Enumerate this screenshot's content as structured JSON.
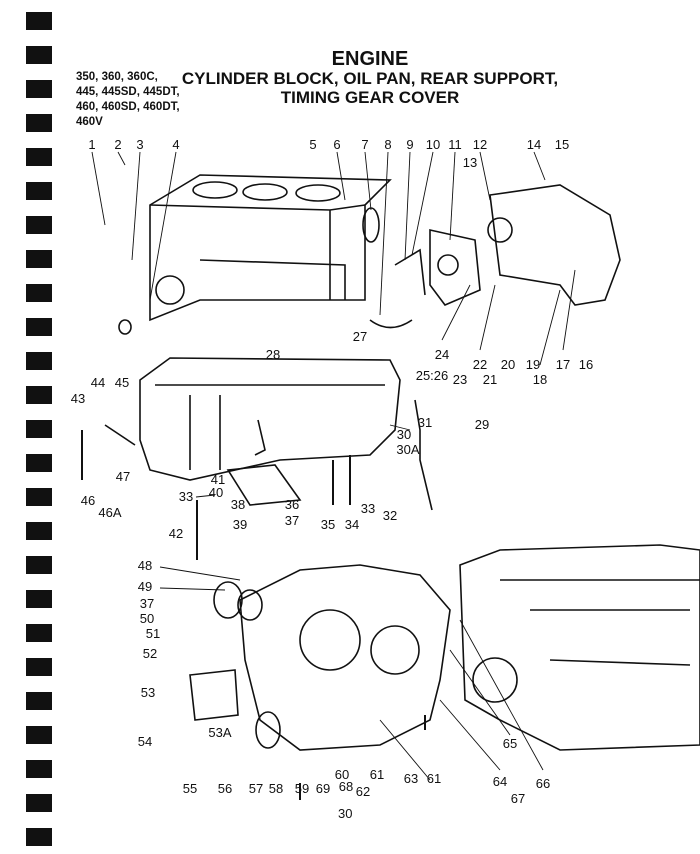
{
  "heading": {
    "title": "ENGINE",
    "subtitle_line1": "CYLINDER BLOCK, OIL PAN, REAR SUPPORT,",
    "subtitle_line2": "TIMING GEAR COVER"
  },
  "models": [
    "350, 360, 360C,",
    "445, 445SD, 445DT,",
    "460, 460SD, 460DT,",
    "460V"
  ],
  "callouts": [
    "1",
    "2",
    "3",
    "4",
    "5",
    "6",
    "7",
    "8",
    "9",
    "10",
    "11",
    "12",
    "13",
    "14",
    "15",
    "28",
    "27",
    "24",
    "22",
    "20",
    "19",
    "17",
    "16",
    "23",
    "21",
    "18",
    "25:26",
    "43",
    "44",
    "45",
    "31",
    "29",
    "30",
    "30A",
    "47",
    "46",
    "46A",
    "41",
    "40",
    "33",
    "33",
    "32",
    "35",
    "34",
    "38",
    "36",
    "37",
    "39",
    "42",
    "48",
    "49",
    "37",
    "50",
    "51",
    "52",
    "53",
    "53A",
    "54",
    "55",
    "56",
    "57",
    "58",
    "59",
    "69",
    "68",
    "60",
    "61",
    "62",
    "63",
    "61",
    "64",
    "66",
    "67",
    "65"
  ],
  "page_number": "30"
}
